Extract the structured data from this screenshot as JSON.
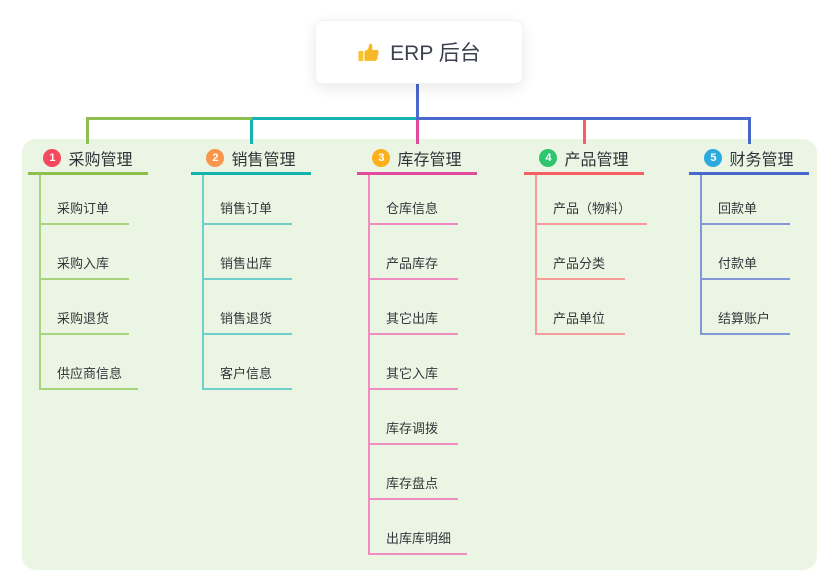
{
  "root": {
    "label": "ERP 后台",
    "icon": "thumbs-up-icon"
  },
  "branches": [
    {
      "number": "1",
      "label": "采购管理",
      "badge_color": "#f8485f",
      "line_color": "#8cbf4d",
      "line_light": "#a9d47e",
      "children": [
        "采购订单",
        "采购入库",
        "采购退货",
        "供应商信息"
      ]
    },
    {
      "number": "2",
      "label": "销售管理",
      "badge_color": "#fa964b",
      "line_color": "#14b3ae",
      "line_light": "#6fcfc9",
      "children": [
        "销售订单",
        "销售出库",
        "销售退货",
        "客户信息"
      ]
    },
    {
      "number": "3",
      "label": "库存管理",
      "badge_color": "#fbb01c",
      "line_color": "#e24a9d",
      "line_light": "#f18bc2",
      "children": [
        "仓库信息",
        "产品库存",
        "其它出库",
        "其它入库",
        "库存调拨",
        "库存盘点",
        "出库库明细"
      ]
    },
    {
      "number": "4",
      "label": "产品管理",
      "badge_color": "#2fc56f",
      "line_color": "#f75f63",
      "line_light": "#f99a9b",
      "children": [
        "产品（物料）",
        "产品分类",
        "产品单位"
      ]
    },
    {
      "number": "5",
      "label": "财务管理",
      "badge_color": "#2caade",
      "line_color": "#4867cb",
      "line_light": "#8299d9",
      "children": [
        "回款单",
        "付款单",
        "结算账户"
      ]
    }
  ],
  "colors": {
    "root_connector": "#4a68cd",
    "panel_bg": "#eaf6e3",
    "header_text": "#2f3338",
    "child_text": "#34373c"
  }
}
